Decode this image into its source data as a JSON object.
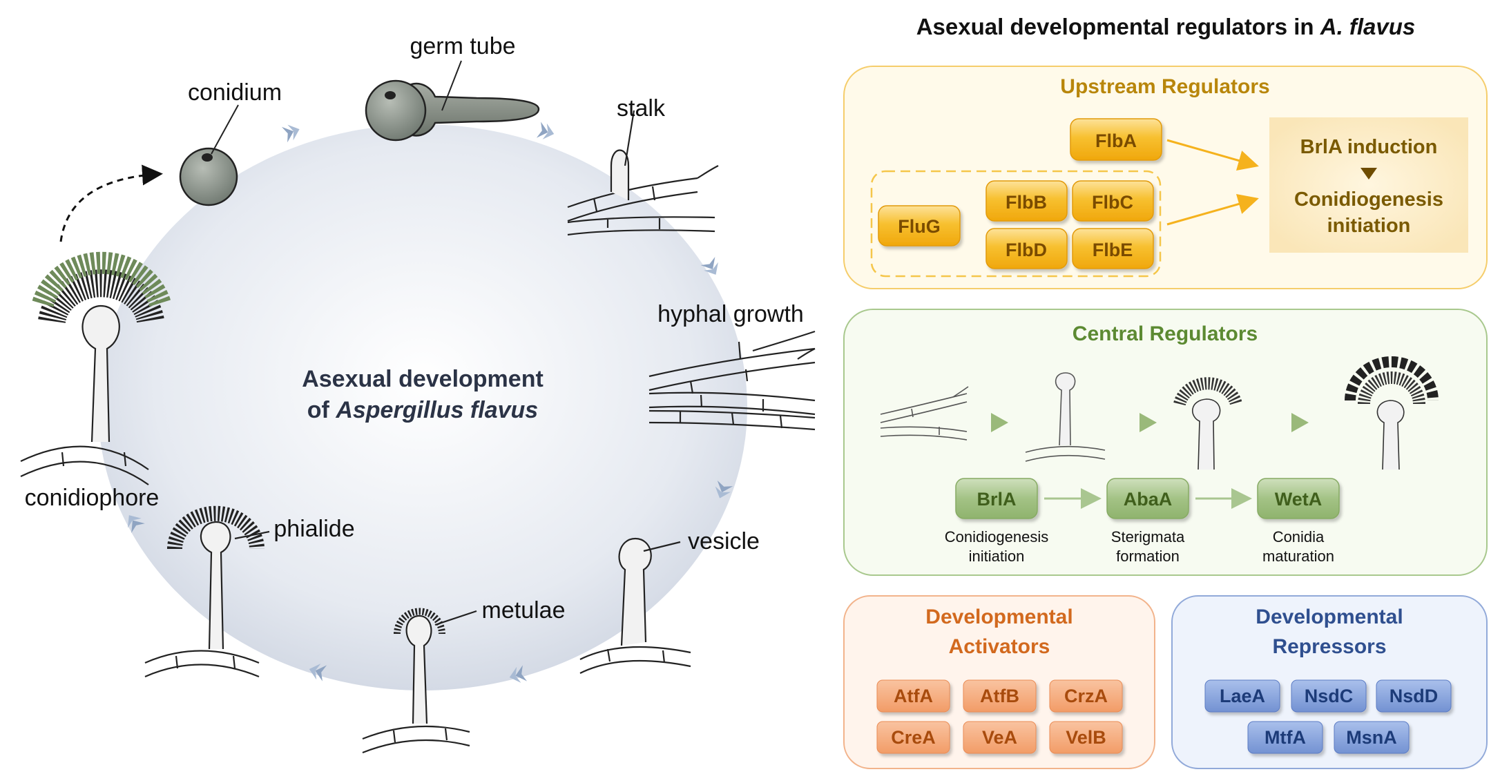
{
  "cycle": {
    "center_title_line1": "Asexual development",
    "center_title_line2_prefix": "of ",
    "center_title_line2_italic": "Aspergillus flavus",
    "stages": {
      "conidium": "conidium",
      "germ_tube": "germ tube",
      "stalk": "stalk",
      "hyphal_growth": "hyphal growth",
      "vesicle": "vesicle",
      "metulae": "metulae",
      "phialide": "phialide",
      "conidiophore": "conidiophore"
    }
  },
  "panel": {
    "title_prefix": "Asexual developmental regulators in ",
    "title_italic": "A. flavus",
    "upstream": {
      "title": "Upstream Regulators",
      "genes": {
        "flba": "FlbA",
        "flug": "FluG",
        "flbb": "FlbB",
        "flbc": "FlbC",
        "flbd": "FlbD",
        "flbe": "FlbE"
      },
      "outcome_line1": "BrlA induction",
      "outcome_line2": "Conidiogenesis",
      "outcome_line3": "initiation"
    },
    "central": {
      "title": "Central Regulators",
      "genes": {
        "brla": "BrlA",
        "abaa": "AbaA",
        "weta": "WetA"
      },
      "captions": {
        "brla_1": "Conidiogenesis",
        "brla_2": "initiation",
        "abaa_1": "Sterigmata",
        "abaa_2": "formation",
        "weta_1": "Conidia",
        "weta_2": "maturation"
      }
    },
    "activators": {
      "title_line1": "Developmental",
      "title_line2": "Activators",
      "genes": [
        "AtfA",
        "AtfB",
        "CrzA",
        "CreA",
        "VeA",
        "VelB"
      ]
    },
    "repressors": {
      "title_line1": "Developmental",
      "title_line2": "Repressors",
      "genes": [
        "LaeA",
        "NsdC",
        "NsdD",
        "MtfA",
        "MsnA"
      ]
    }
  },
  "colors": {
    "upstream_text": "#b8860b",
    "upstream_box": "#f5b21d",
    "central_text": "#5c8a32",
    "central_box": "#9ab97a",
    "activator_text": "#d2691e",
    "activator_box": "#f4a477",
    "repressor_text": "#2f4f8f",
    "repressor_box": "#7c99d6",
    "arrow_grey": "#8fa4c2",
    "spore_green": "#6e8a5a"
  }
}
